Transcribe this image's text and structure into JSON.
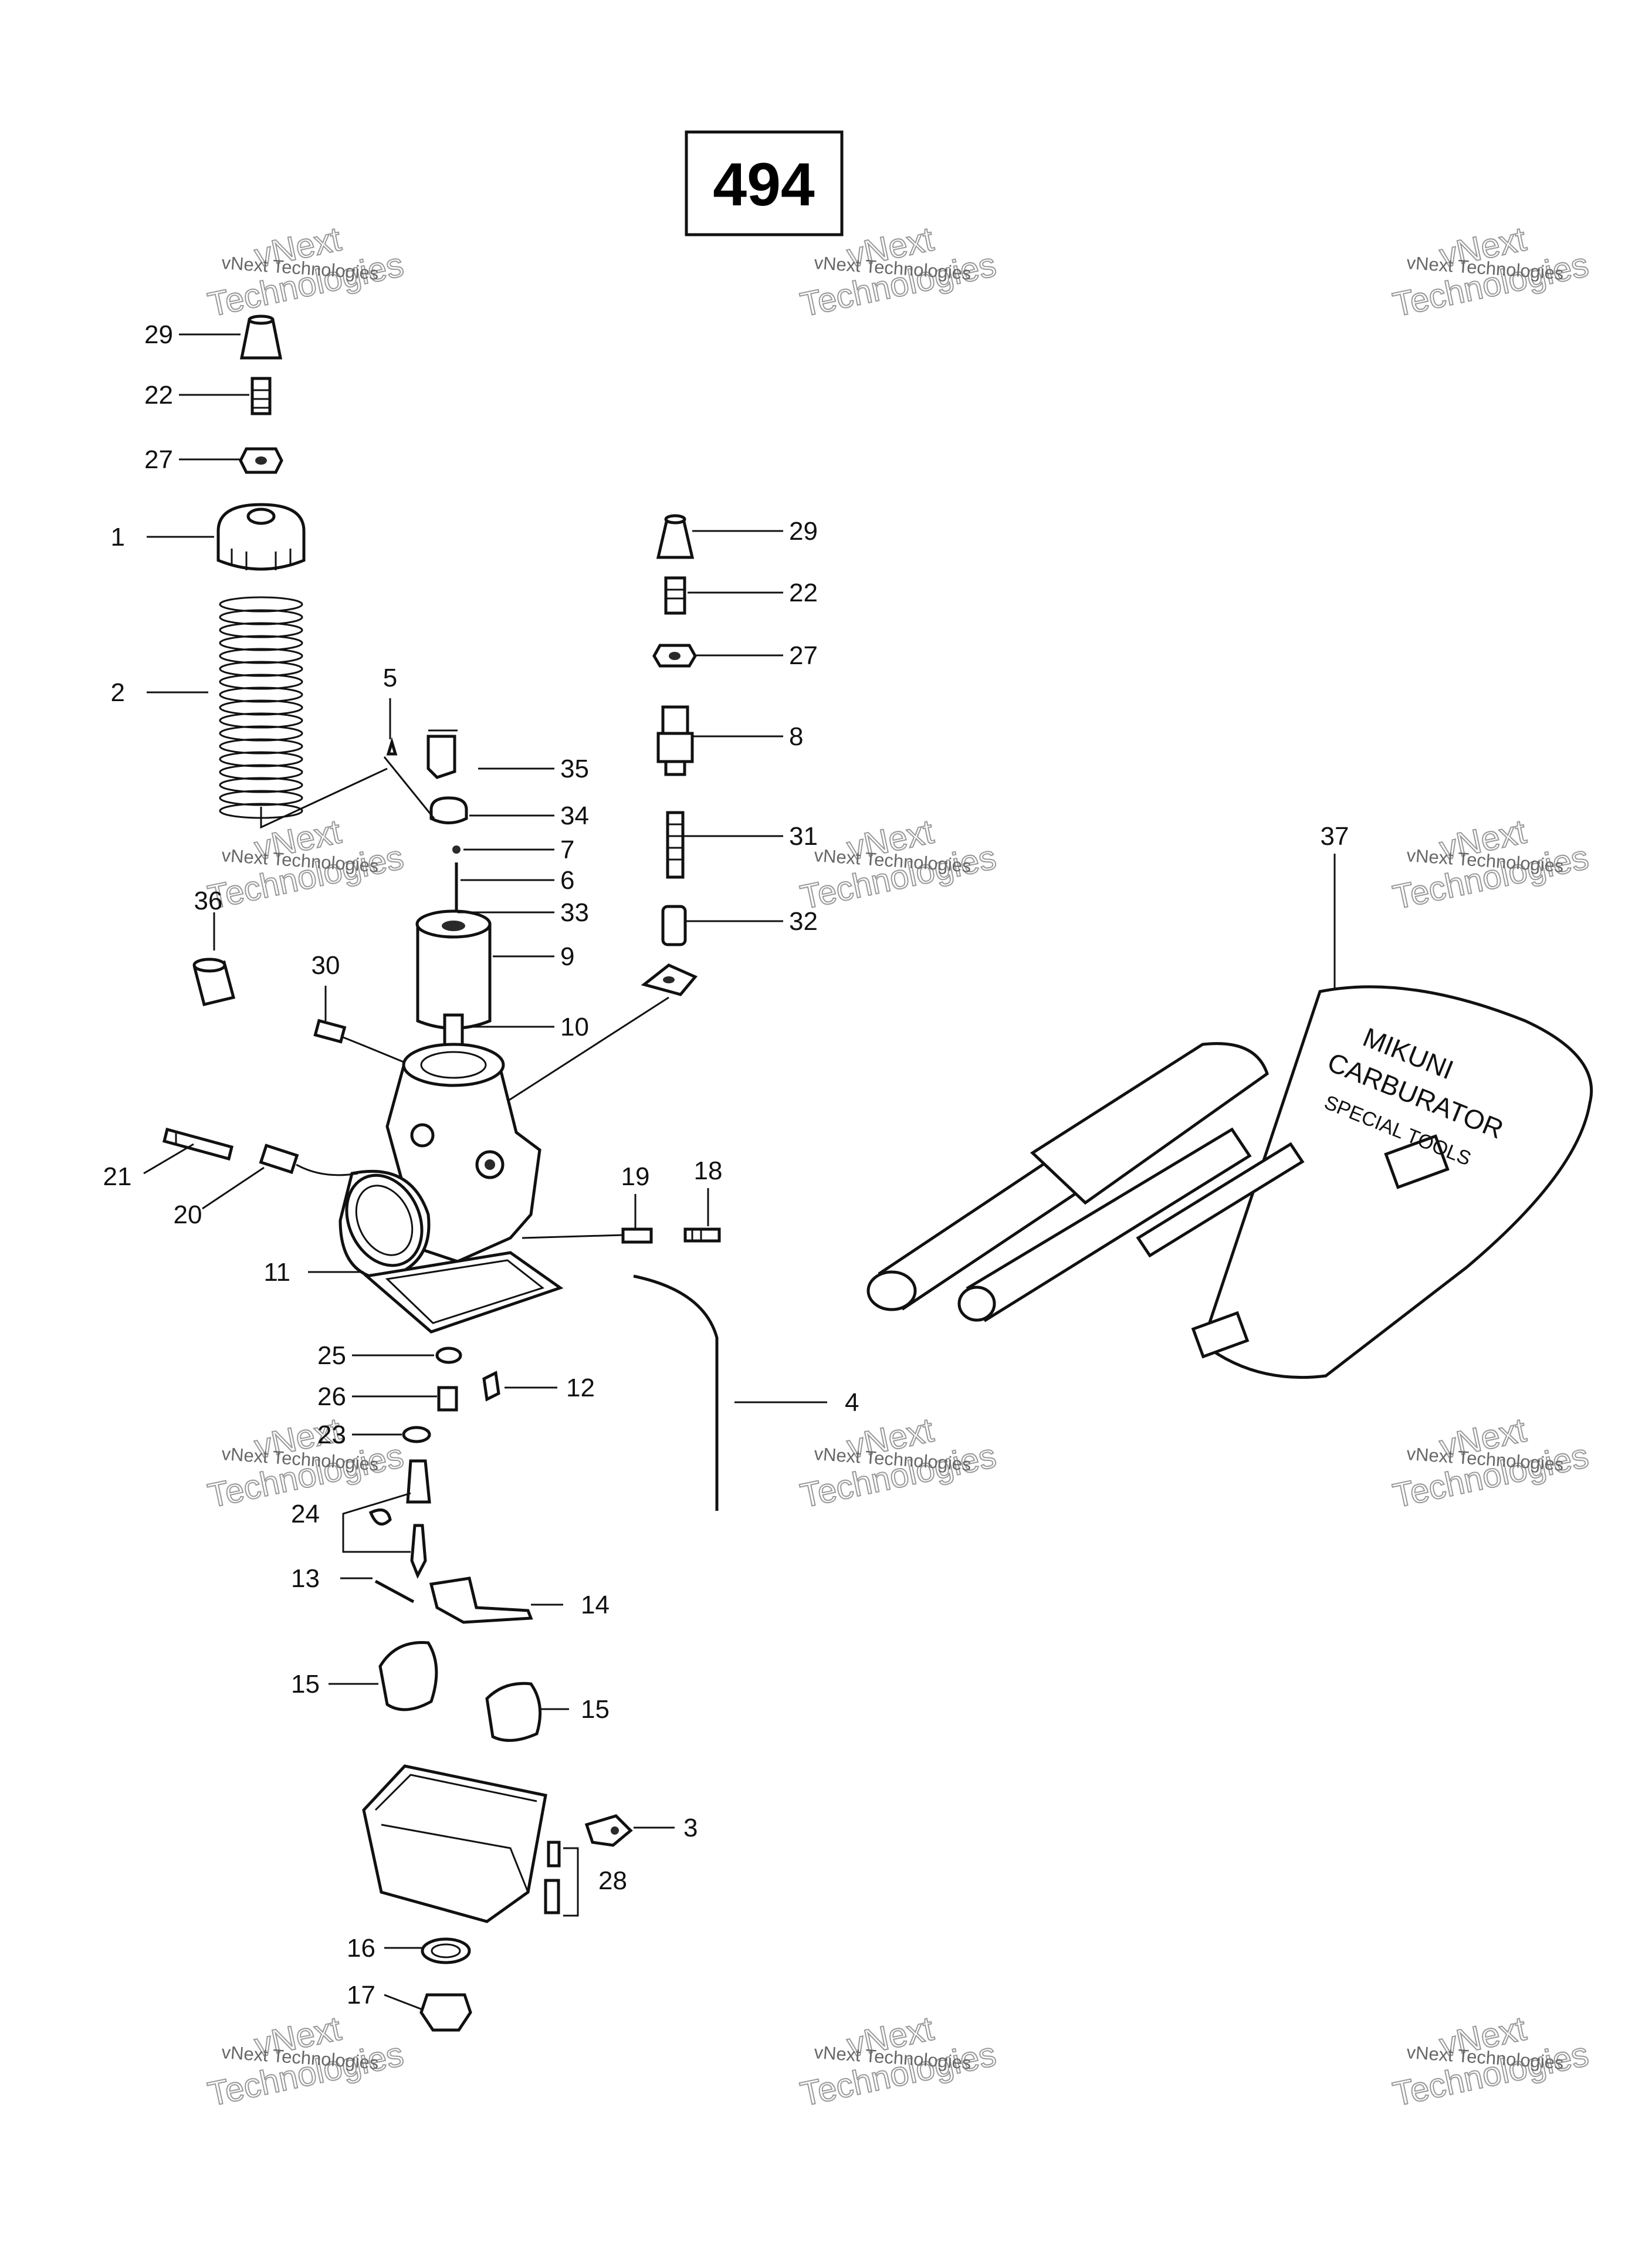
{
  "page_number": "494",
  "watermark": {
    "line1": "vNext Technologies",
    "line2": "vNext\nTechnologies"
  },
  "callouts": [
    {
      "id": "c29a",
      "text": "29"
    },
    {
      "id": "c22a",
      "text": "22"
    },
    {
      "id": "c27a",
      "text": "27"
    },
    {
      "id": "c1",
      "text": "1"
    },
    {
      "id": "c2",
      "text": "2"
    },
    {
      "id": "c5",
      "text": "5"
    },
    {
      "id": "c35",
      "text": "35"
    },
    {
      "id": "c34",
      "text": "34"
    },
    {
      "id": "c7",
      "text": "7"
    },
    {
      "id": "c6",
      "text": "6"
    },
    {
      "id": "c33",
      "text": "33"
    },
    {
      "id": "c9",
      "text": "9"
    },
    {
      "id": "c36",
      "text": "36"
    },
    {
      "id": "c30",
      "text": "30"
    },
    {
      "id": "c10",
      "text": "10"
    },
    {
      "id": "c29b",
      "text": "29"
    },
    {
      "id": "c22b",
      "text": "22"
    },
    {
      "id": "c27b",
      "text": "27"
    },
    {
      "id": "c8",
      "text": "8"
    },
    {
      "id": "c31",
      "text": "31"
    },
    {
      "id": "c32",
      "text": "32"
    },
    {
      "id": "c37",
      "text": "37"
    },
    {
      "id": "c21",
      "text": "21"
    },
    {
      "id": "c20",
      "text": "20"
    },
    {
      "id": "c19",
      "text": "19"
    },
    {
      "id": "c18",
      "text": "18"
    },
    {
      "id": "c11",
      "text": "11"
    },
    {
      "id": "c25",
      "text": "25"
    },
    {
      "id": "c12",
      "text": "12"
    },
    {
      "id": "c26",
      "text": "26"
    },
    {
      "id": "c23",
      "text": "23"
    },
    {
      "id": "c4",
      "text": "4"
    },
    {
      "id": "c24",
      "text": "24"
    },
    {
      "id": "c13",
      "text": "13"
    },
    {
      "id": "c14",
      "text": "14"
    },
    {
      "id": "c15a",
      "text": "15"
    },
    {
      "id": "c15b",
      "text": "15"
    },
    {
      "id": "c3",
      "text": "3"
    },
    {
      "id": "c28",
      "text": "28"
    },
    {
      "id": "c16",
      "text": "16"
    },
    {
      "id": "c17",
      "text": "17"
    }
  ],
  "tool_kit_label": "MIKUNI\nCARBURATOR\nSPECIAL TOOLS"
}
